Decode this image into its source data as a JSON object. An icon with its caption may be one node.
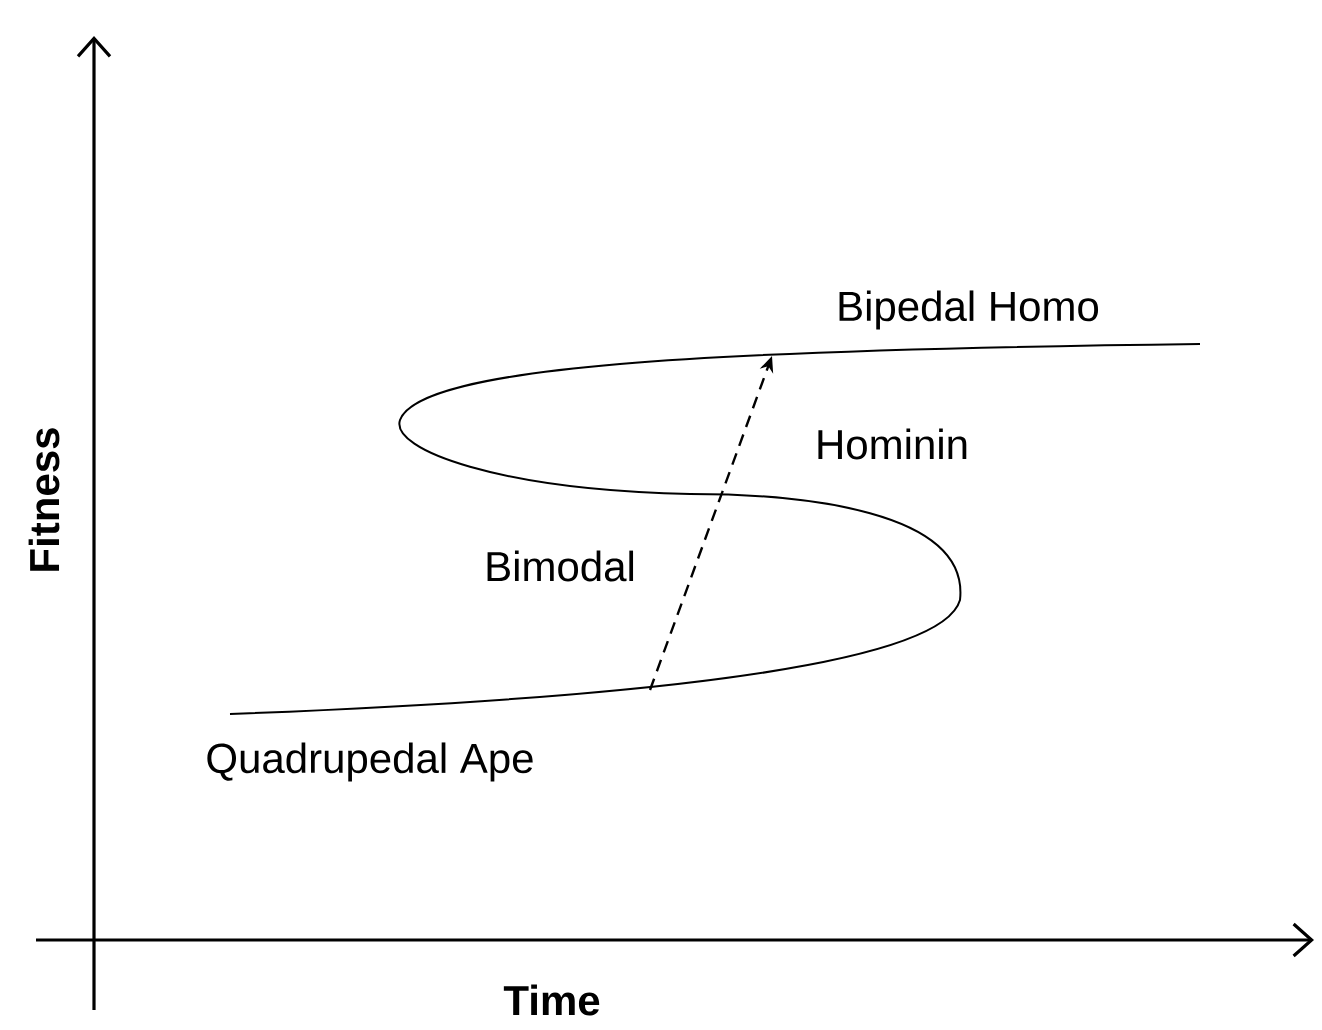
{
  "diagram": {
    "labels": [
      "Bipedal Homo",
      "Hominin",
      "Fitness",
      "Bimodal",
      "Quadrupedal Ape",
      "Time"
    ]
  }
}
